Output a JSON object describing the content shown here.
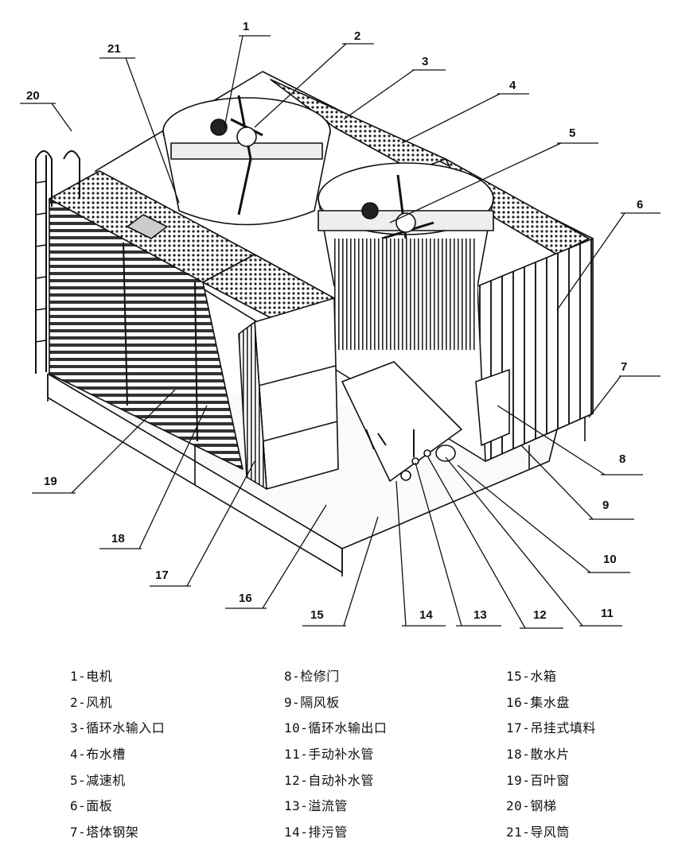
{
  "callouts": [
    "1",
    "2",
    "3",
    "4",
    "5",
    "6",
    "7",
    "8",
    "9",
    "10",
    "11",
    "12",
    "13",
    "14",
    "15",
    "16",
    "17",
    "18",
    "19",
    "20",
    "21"
  ],
  "legend": {
    "col1": [
      "1-电机",
      "2-风机",
      "3-循环水输入口",
      "4-布水槽",
      "5-减速机",
      "6-面板",
      "7-塔体钢架"
    ],
    "col2": [
      "8-检修门",
      "9-隔风板",
      "10-循环水输出口",
      "11-手动补水管",
      "12-自动补水管",
      "13-溢流管",
      "14-排污管"
    ],
    "col3": [
      "15-水箱",
      "16-集水盘",
      "17-吊挂式填料",
      "18-散水片",
      "19-百叶窗",
      "20-钢梯",
      "21-导风筒"
    ]
  }
}
